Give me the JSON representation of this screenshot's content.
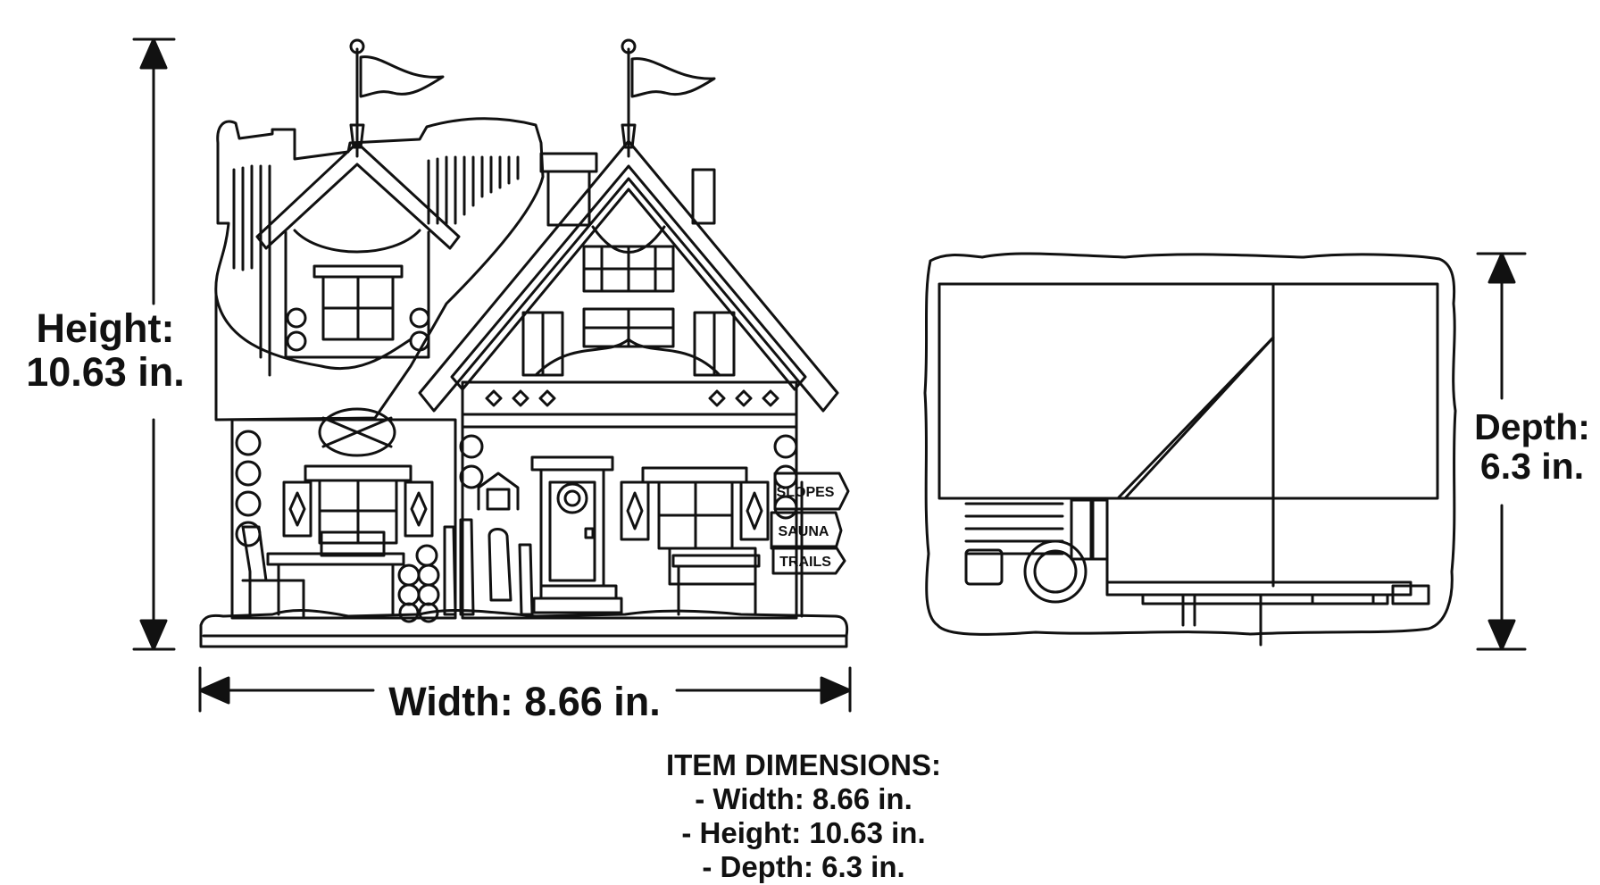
{
  "labels": {
    "height_title": "Height:",
    "height_value": "10.63 in.",
    "width_text": "Width: 8.66 in.",
    "depth_title": "Depth:",
    "depth_value": "6.3 in."
  },
  "signs": [
    "SLOPES",
    "SAUNA",
    "TRAILS"
  ],
  "dimensions": {
    "heading": "ITEM DIMENSIONS:",
    "items": [
      "- Width: 8.66 in.",
      "- Height: 10.63 in.",
      "- Depth: 6.3 in."
    ]
  }
}
